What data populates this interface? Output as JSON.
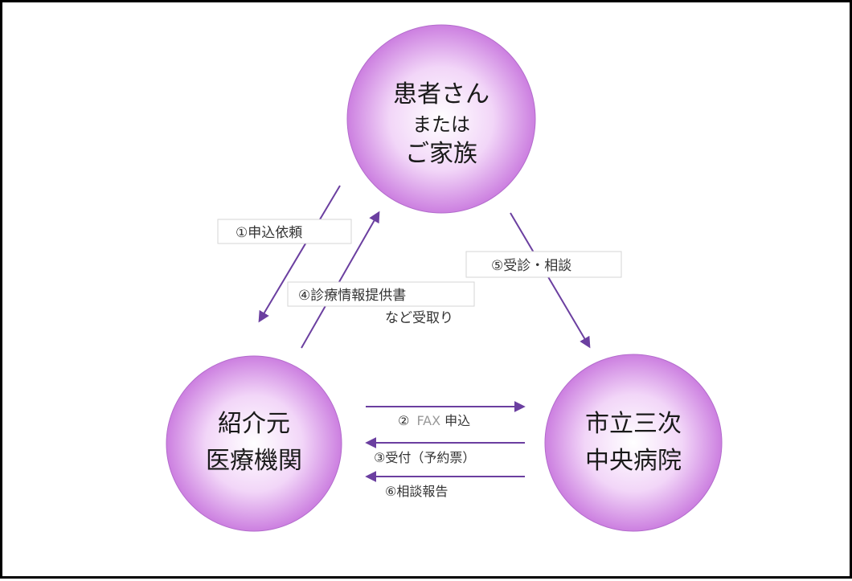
{
  "colors": {
    "circle_center": "#ffffff",
    "circle_edge": "#cc7fe0",
    "arrow": "#6b3fa0",
    "border": "#000000"
  },
  "nodes": {
    "patient": {
      "line1": "患者さん",
      "line2": "または",
      "line3": "ご家族"
    },
    "referrer": {
      "line1": "紹介元",
      "line2": "医療機関"
    },
    "hospital": {
      "line1": "市立三次",
      "line2": "中央病院"
    }
  },
  "steps": {
    "step1": "①申込依頼",
    "step2_num": "②",
    "step2_fax": "FAX",
    "step2_text": "申込",
    "step3": "③受付（予約票）",
    "step4_line1": "④診療情報提供書",
    "step4_line2": "など受取り",
    "step5": "⑤受診・相談",
    "step6": "⑥相談報告"
  }
}
